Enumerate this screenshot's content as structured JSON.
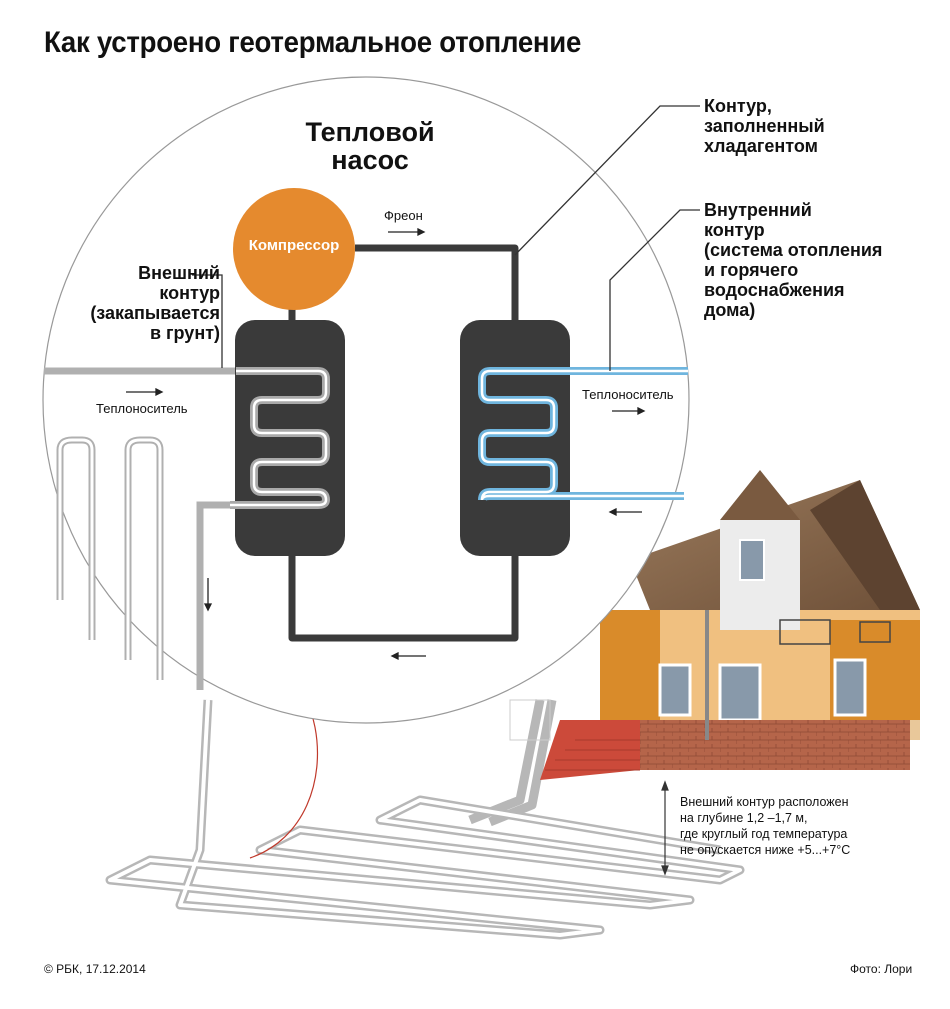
{
  "title": "Как устроено геотермальное отопление",
  "heat_pump": {
    "title": "Тепловой\nнасос",
    "compressor": "Компрессор",
    "freon_label": "Фреон",
    "coolant_left": "Теплоноситель",
    "coolant_right": "Теплоноситель"
  },
  "labels": {
    "outer_circuit": "Внешний\nконтур\n(закапывается\nв грунт)",
    "refrigerant_circuit": "Контур,\nзаполненный\nхладагентом",
    "inner_circuit": "Внутренний\nконтур\n(система отопления\nи горячего\nводоснабжения\nдома)"
  },
  "depth_note": "Внешний контур расположен\nна глубине 1,2 –1,7 м,\nгде круглый год температура\nне опускается ниже +5...+7°С",
  "footer": {
    "copyright": "© РБК, 17.12.2014",
    "photo_credit": "Фото: Лори"
  },
  "colors": {
    "compressor": "#e58a2e",
    "exchanger": "#3a3a3a",
    "outer_pipe": "#a9a9a9",
    "inner_pipe": "#6fb5de",
    "refrigerant_pipe": "#3a3a3a",
    "accent_line": "#c0392b"
  }
}
